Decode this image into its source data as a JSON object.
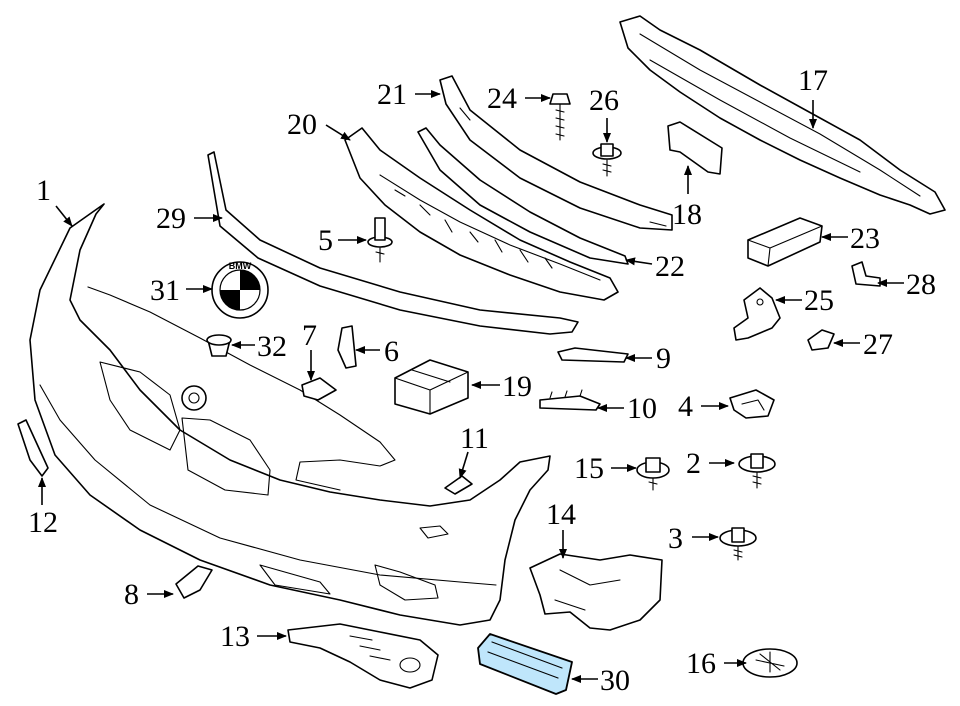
{
  "diagram": {
    "highlight_color": "#bfe6fb",
    "logo_text": "BMW",
    "callouts": [
      {
        "id": "1",
        "label": "1"
      },
      {
        "id": "2",
        "label": "2"
      },
      {
        "id": "3",
        "label": "3"
      },
      {
        "id": "4",
        "label": "4"
      },
      {
        "id": "5",
        "label": "5"
      },
      {
        "id": "6",
        "label": "6"
      },
      {
        "id": "7",
        "label": "7"
      },
      {
        "id": "8",
        "label": "8"
      },
      {
        "id": "9",
        "label": "9"
      },
      {
        "id": "10",
        "label": "10"
      },
      {
        "id": "11",
        "label": "11"
      },
      {
        "id": "12",
        "label": "12"
      },
      {
        "id": "13",
        "label": "13"
      },
      {
        "id": "14",
        "label": "14"
      },
      {
        "id": "15",
        "label": "15"
      },
      {
        "id": "16",
        "label": "16"
      },
      {
        "id": "17",
        "label": "17"
      },
      {
        "id": "18",
        "label": "18"
      },
      {
        "id": "19",
        "label": "19"
      },
      {
        "id": "20",
        "label": "20"
      },
      {
        "id": "21",
        "label": "21"
      },
      {
        "id": "22",
        "label": "22"
      },
      {
        "id": "23",
        "label": "23"
      },
      {
        "id": "24",
        "label": "24"
      },
      {
        "id": "25",
        "label": "25"
      },
      {
        "id": "26",
        "label": "26"
      },
      {
        "id": "27",
        "label": "27"
      },
      {
        "id": "28",
        "label": "28"
      },
      {
        "id": "29",
        "label": "29"
      },
      {
        "id": "30",
        "label": "30",
        "highlighted": true
      },
      {
        "id": "31",
        "label": "31"
      },
      {
        "id": "32",
        "label": "32"
      }
    ]
  }
}
